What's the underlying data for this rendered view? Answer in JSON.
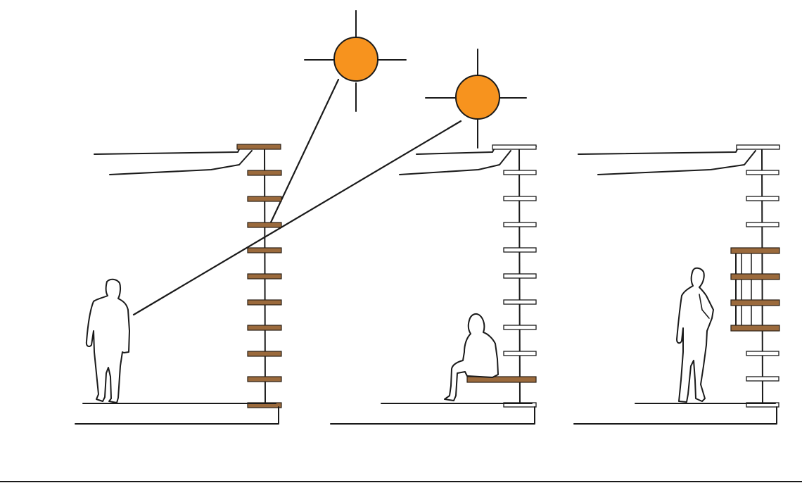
{
  "colors": {
    "sun": "#f7931e",
    "wood": "#9b6a3c",
    "ink": "#1a1a1a",
    "background": "#ffffff"
  },
  "panels": [
    {
      "id": "panel-1",
      "slats": "wood-all",
      "figure": "standing-person-facing-right",
      "sun_rays": 2
    },
    {
      "id": "panel-2",
      "slats": "light",
      "figure": "seated-person-on-wood-bench",
      "sun_rays": 0
    },
    {
      "id": "panel-3",
      "slats": "light-with-wood-shelves",
      "figure": "standing-person-facing-right",
      "sun_rays": 0
    }
  ],
  "suns": [
    {
      "id": "sun-high"
    },
    {
      "id": "sun-low"
    }
  ]
}
